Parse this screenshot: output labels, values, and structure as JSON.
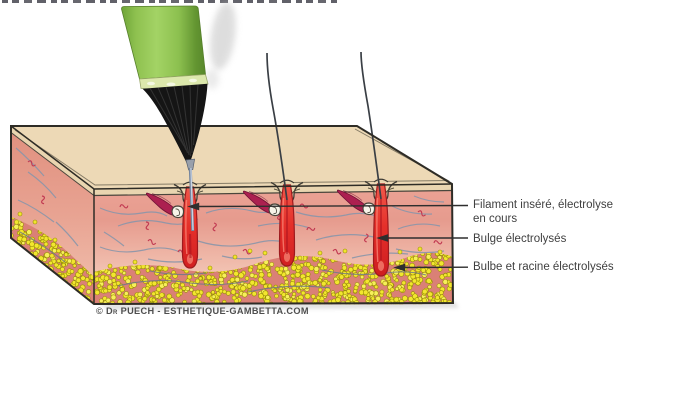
{
  "figure": {
    "annotations": [
      {
        "id": "filament-insere",
        "lines": [
          "Filament inséré, électrolyse",
          "en cours"
        ]
      },
      {
        "id": "bulge",
        "lines": [
          "Bulge électrolysés"
        ]
      },
      {
        "id": "bulbe-racine",
        "lines": [
          "Bulbe et racine électrolysés"
        ]
      }
    ],
    "credit": "© Dr PUECH - ESTHETIQUE-GAMBETTA.COM"
  },
  "colors": {
    "device_green": "#8FC150",
    "device_tip_black": "#151515",
    "needle_steel": "#B7C3D7",
    "epidermis_beige": "#E9D5B0",
    "dermis_pink_top": "#ECA395",
    "dermis_pink_bottom": "#F7D4C4",
    "fat_yellow": "#F2E62E",
    "follicle_red": "#E5302A",
    "muscle_crimson": "#AC2050",
    "bulge_white": "#F7F3E8",
    "fiber_gray": "#8A96AA",
    "label_text": "#3F3F3F"
  }
}
